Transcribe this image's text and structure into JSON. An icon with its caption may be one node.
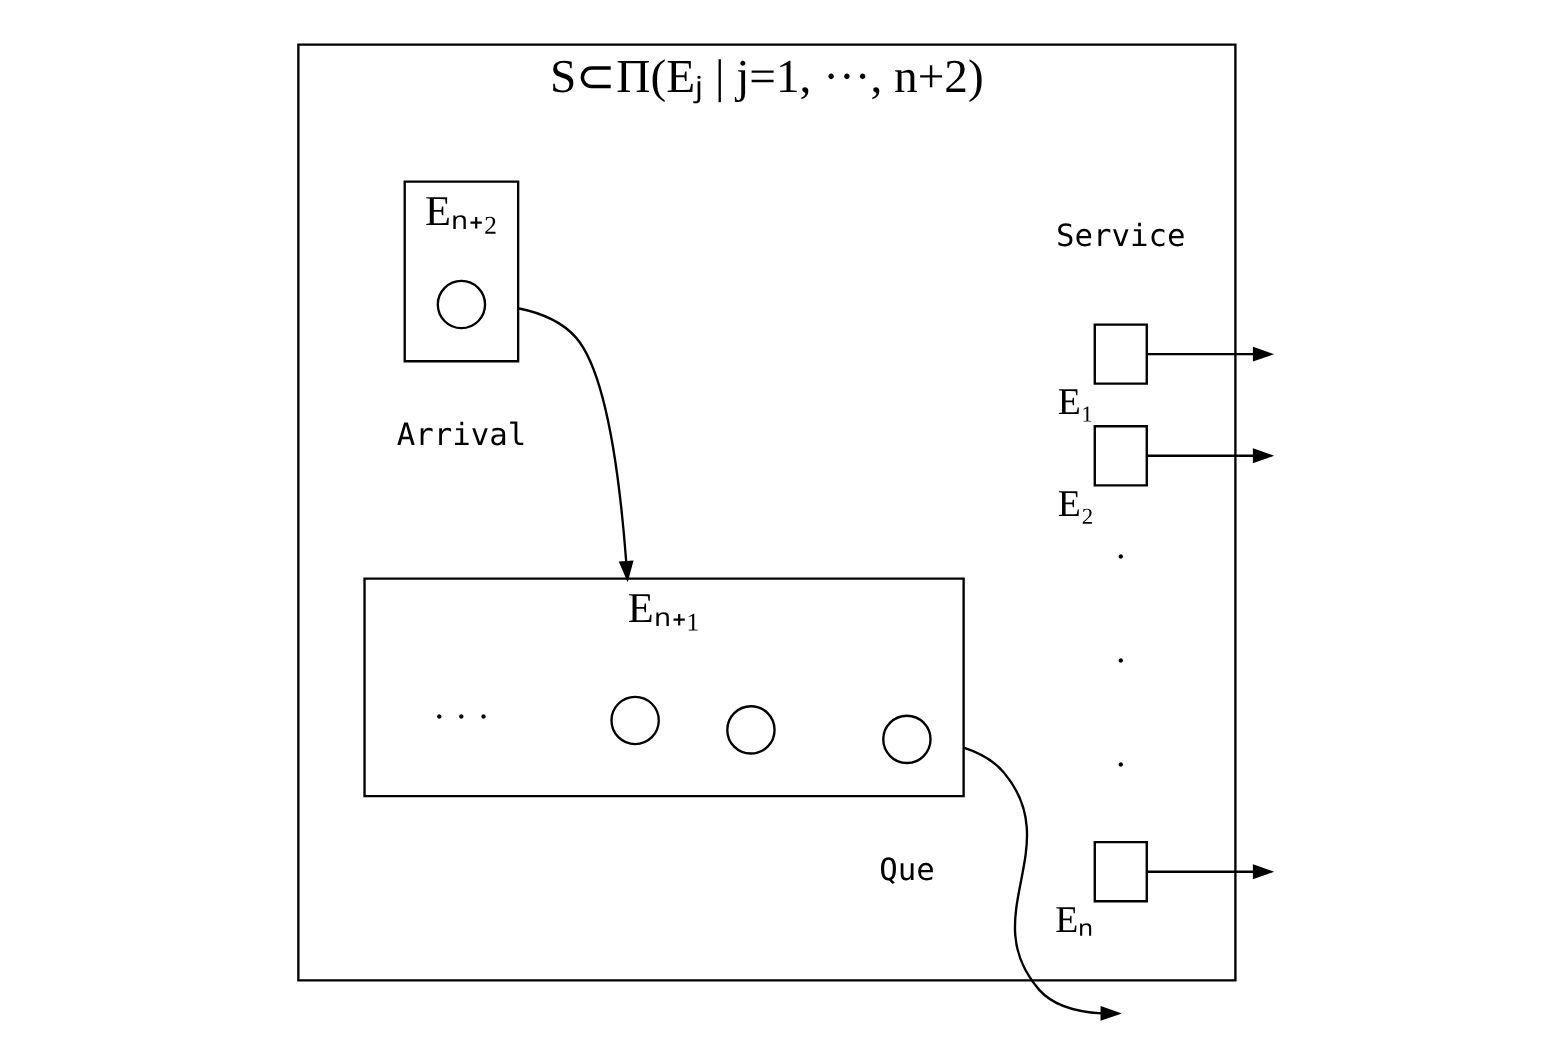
{
  "diagram": {
    "nodes": [
      {
        "text": [
          "S⊂Π(Eⱼ | j=1, ···, n+2)"
        ]
      },
      {
        "text": [
          "Eₙ₊₂"
        ],
        "beside": [
          "Arrival"
        ],
        "in": 0
      },
      {
        "text": [],
        "shape": "circle",
        "in": 1
      },
      {
        "text": [
          "Eₙ₊₁"
        ],
        "beside": [
          "Que"
        ],
        "in": 0
      },
      {
        "text": [],
        "shape": "circle",
        "in": 3
      },
      {
        "text": [],
        "shape": "circle",
        "in": 3
      },
      {
        "text": [],
        "shape": "circle",
        "in": 3
      },
      {
        "text": [],
        "shape": "box",
        "beside": [
          "E₁"
        ],
        "in": 0
      },
      {
        "text": [],
        "shape": "box",
        "beside": [
          "E₂"
        ],
        "in": 0
      },
      {
        "text": [],
        "shape": "box",
        "beside": [
          "Eₙ"
        ],
        "in": 0
      }
    ],
    "edges": [
      {
        "from": 1,
        "to": 3,
        "arrow": "to"
      },
      {
        "from": 3,
        "to": null,
        "arrow": "to"
      },
      {
        "from": 7,
        "to": null,
        "arrow": "to"
      },
      {
        "from": 8,
        "to": null,
        "arrow": "to"
      },
      {
        "from": 9,
        "to": null,
        "arrow": "to"
      }
    ],
    "labels": [
      "Service",
      "· · ·",
      "·",
      "·",
      "·"
    ]
  }
}
